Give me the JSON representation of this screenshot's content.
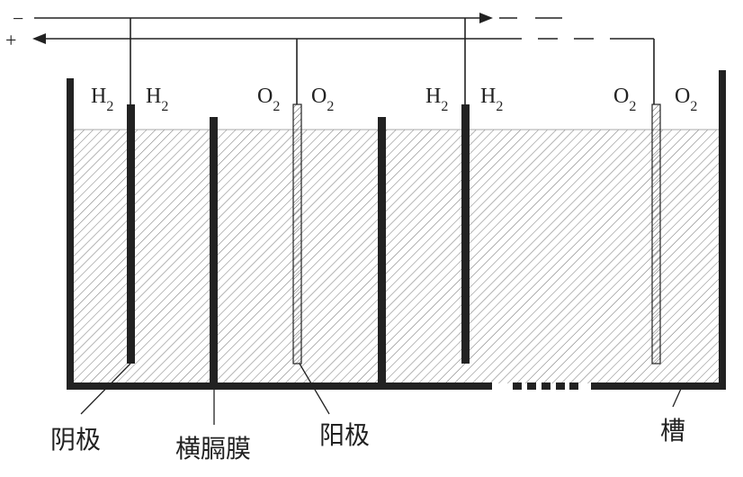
{
  "wires": {
    "negative_sign": "−",
    "positive_sign": "+"
  },
  "gas_labels": [
    {
      "base": "H",
      "sub": "2"
    },
    {
      "base": "H",
      "sub": "2"
    },
    {
      "base": "O",
      "sub": "2"
    },
    {
      "base": "O",
      "sub": "2"
    },
    {
      "base": "H",
      "sub": "2"
    },
    {
      "base": "H",
      "sub": "2"
    },
    {
      "base": "O",
      "sub": "2"
    },
    {
      "base": "O",
      "sub": "2"
    }
  ],
  "labels": {
    "cathode": "阴极",
    "membrane": "横膈膜",
    "anode": "阳极",
    "tank": "槽"
  },
  "colors": {
    "ink": "#222222",
    "electrolyte_hatch": "#555555"
  }
}
